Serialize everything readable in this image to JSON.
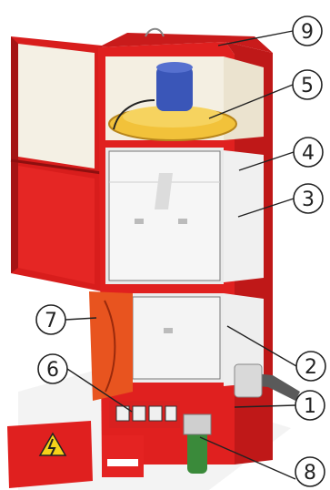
{
  "callouts": [
    {
      "id": "c9",
      "number": "9"
    },
    {
      "id": "c5",
      "number": "5"
    },
    {
      "id": "c4",
      "number": "4"
    },
    {
      "id": "c3",
      "number": "3"
    },
    {
      "id": "c7",
      "number": "7"
    },
    {
      "id": "c6",
      "number": "6"
    },
    {
      "id": "c2",
      "number": "2"
    },
    {
      "id": "c1",
      "number": "1"
    },
    {
      "id": "c8",
      "number": "8"
    }
  ],
  "colors": {
    "cabinet_red": "#e0201f",
    "cabinet_dark_red": "#a81212",
    "panel_orange": "#e8541f",
    "glass": "#f3efe3",
    "motor_blue": "#3a56b8",
    "fan_yellow": "#f2c23a",
    "warning_yellow": "#f6d21a"
  }
}
